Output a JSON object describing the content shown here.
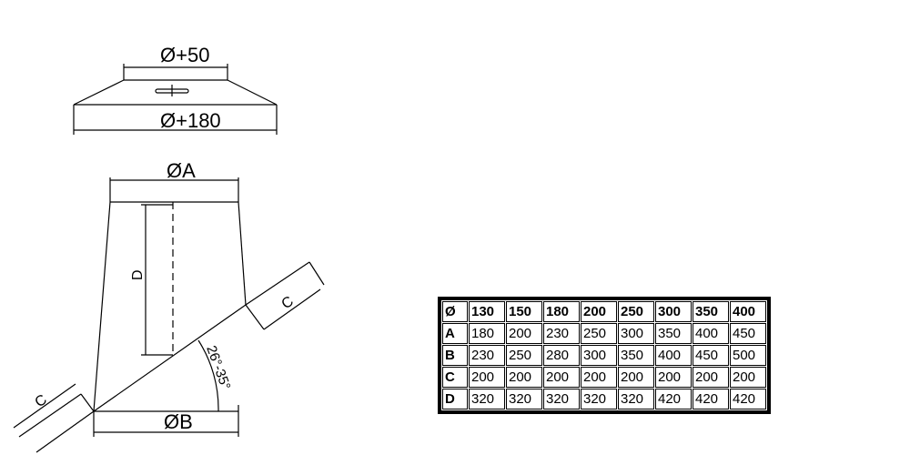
{
  "drawing": {
    "labels": {
      "top_diameter": "Ø+50",
      "cap_diameter": "Ø+180",
      "diameter_a": "ØA",
      "dimension_d": "D",
      "dimension_c_right": "C",
      "dimension_c_left": "C",
      "angle": "26°-35°",
      "diameter_b": "ØB"
    }
  },
  "table": {
    "header": [
      "Ø",
      "130",
      "150",
      "180",
      "200",
      "250",
      "300",
      "350",
      "400"
    ],
    "rows": [
      [
        "A",
        "180",
        "200",
        "230",
        "250",
        "300",
        "350",
        "400",
        "450"
      ],
      [
        "B",
        "230",
        "250",
        "280",
        "300",
        "350",
        "400",
        "450",
        "500"
      ],
      [
        "C",
        "200",
        "200",
        "200",
        "200",
        "200",
        "200",
        "200",
        "200"
      ],
      [
        "D",
        "320",
        "320",
        "320",
        "320",
        "320",
        "420",
        "420",
        "420"
      ]
    ]
  }
}
